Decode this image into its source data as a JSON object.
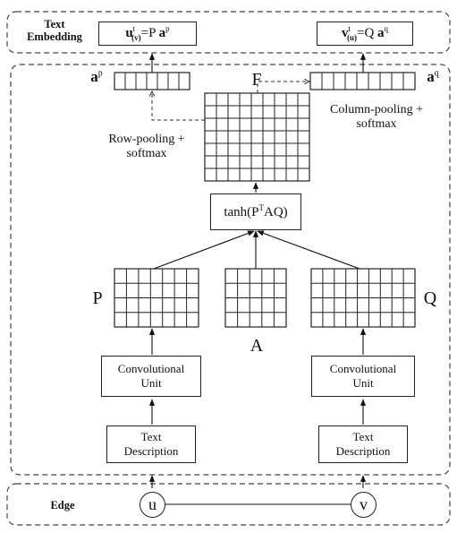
{
  "panels": {
    "text_embedding": "Text Embedding",
    "edge": "Edge"
  },
  "formulas": {
    "u_base": "u",
    "u_sup": "t",
    "u_sub": "(v)",
    "u_rhs": "=P ",
    "u_vec": "a",
    "u_vec_sup": "p",
    "v_base": "v",
    "v_sup": "t",
    "v_sub": "(u)",
    "v_rhs": "=Q ",
    "v_vec": "a",
    "v_vec_sup": "q"
  },
  "vectors": {
    "ap_base": "a",
    "ap_sup": "p",
    "aq_base": "a",
    "aq_sup": "q"
  },
  "matrices": {
    "F": "F",
    "P": "P",
    "A": "A",
    "Q": "Q"
  },
  "tanh_box": {
    "prefix": "tanh(P",
    "sup": "T",
    "suffix": "AQ)"
  },
  "operations": {
    "row_pooling": "Row-pooling +",
    "row_softmax": "softmax",
    "col_pooling": "Column-pooling +",
    "col_softmax": "softmax"
  },
  "units": {
    "conv_left_1": "Convolutional",
    "conv_left_2": "Unit",
    "conv_right_1": "Convolutional",
    "conv_right_2": "Unit",
    "text_left_1": "Text",
    "text_left_2": "Description",
    "text_right_1": "Text",
    "text_right_2": "Description"
  },
  "nodes": {
    "u": "u",
    "v": "v"
  }
}
